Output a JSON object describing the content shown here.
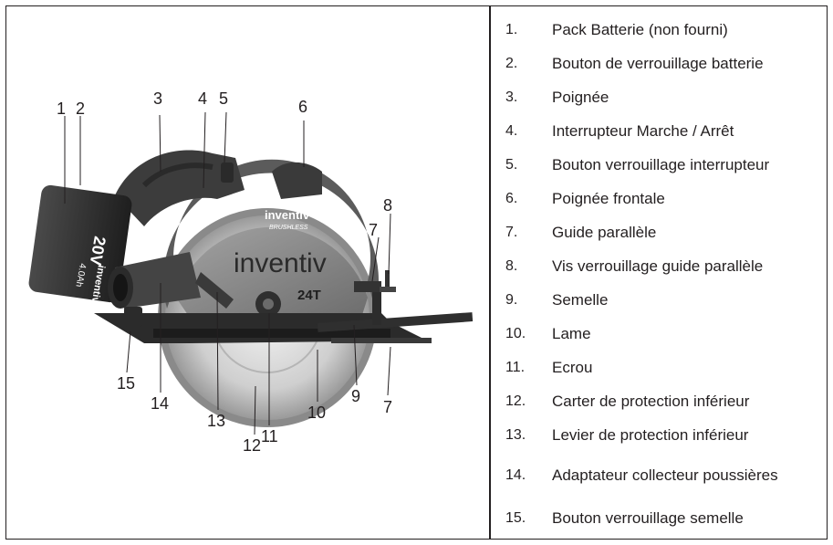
{
  "diagram": {
    "callouts": [
      "1",
      "2",
      "3",
      "4",
      "5",
      "6",
      "7",
      "8",
      "7",
      "15",
      "14",
      "13",
      "12",
      "11",
      "10",
      "9"
    ],
    "brand_top": "inventiv",
    "brand_top_sub": "BRUSHLESS",
    "brand_main": "inventiv",
    "teeth_label": "24T",
    "battery_voltage": "20V",
    "battery_capacity": "4.0Ah",
    "battery_brand": "inventiv"
  },
  "legend": {
    "items": [
      {
        "num": "1.",
        "label": "Pack Batterie (non fourni)"
      },
      {
        "num": "2.",
        "label": "Bouton de verrouillage batterie"
      },
      {
        "num": "3.",
        "label": "Poignée"
      },
      {
        "num": "4.",
        "label": "Interrupteur Marche / Arrêt"
      },
      {
        "num": "5.",
        "label": "Bouton verrouillage interrupteur"
      },
      {
        "num": "6.",
        "label": "Poignée frontale"
      },
      {
        "num": "7.",
        "label": "Guide parallèle"
      },
      {
        "num": "8.",
        "label": "Vis verrouillage guide parallèle"
      },
      {
        "num": "9.",
        "label": "Semelle"
      },
      {
        "num": "10.",
        "label": "Lame"
      },
      {
        "num": "11.",
        "label": "Ecrou"
      },
      {
        "num": "12.",
        "label": "Carter de protection inférieur"
      },
      {
        "num": "13.",
        "label": "Levier de protection inférieur"
      },
      {
        "num": "14.",
        "label": "Adaptateur collecteur poussières"
      },
      {
        "num": "15.",
        "label": "Bouton verrouillage semelle"
      }
    ]
  }
}
